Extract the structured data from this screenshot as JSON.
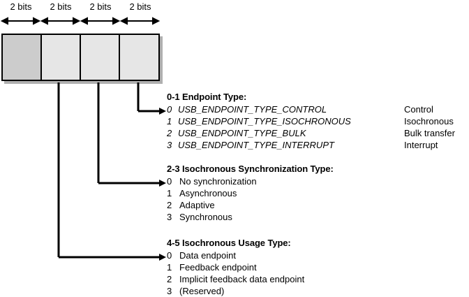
{
  "diagram": {
    "field_labels": [
      {
        "text": "2 bits"
      },
      {
        "text": "2 bits"
      },
      {
        "text": "2 bits"
      },
      {
        "text": "2 bits"
      }
    ],
    "cells": [
      {
        "name": "reserved-bits-6-7",
        "shade": "dark"
      },
      {
        "name": "usage-type-bits-4-5",
        "shade": "light"
      },
      {
        "name": "sync-type-bits-2-3",
        "shade": "light"
      },
      {
        "name": "endpoint-type-bits-0-1",
        "shade": "light"
      }
    ],
    "colors": {
      "cell_dark": "#cccccc",
      "cell_light": "#e6e6e6",
      "outline": "#000000",
      "shadow": "#b0b0b0",
      "text": "#000000"
    }
  },
  "sections": [
    {
      "id": "endpoint-type",
      "title": "0-1 Endpoint Type:",
      "style": "italic",
      "rows": [
        {
          "index": "0",
          "name": "USB_ENDPOINT_TYPE_CONTROL",
          "desc": "Control"
        },
        {
          "index": "1",
          "name": "USB_ENDPOINT_TYPE_ISOCHRONOUS",
          "desc": "Isochronous"
        },
        {
          "index": "2",
          "name": "USB_ENDPOINT_TYPE_BULK",
          "desc": "Bulk transfer"
        },
        {
          "index": "3",
          "name": "USB_ENDPOINT_TYPE_INTERRUPT",
          "desc": "Interrupt"
        }
      ]
    },
    {
      "id": "isochronous-synchronization-type",
      "title": "2-3 Isochronous Synchronization Type:",
      "style": "plain",
      "rows": [
        {
          "index": "0",
          "name": "No synchronization",
          "desc": ""
        },
        {
          "index": "1",
          "name": "Asynchronous",
          "desc": ""
        },
        {
          "index": "2",
          "name": "Adaptive",
          "desc": ""
        },
        {
          "index": "3",
          "name": "Synchronous",
          "desc": ""
        }
      ]
    },
    {
      "id": "isochronous-usage-type",
      "title": "4-5 Isochronous Usage Type:",
      "style": "plain",
      "rows": [
        {
          "index": "0",
          "name": "Data endpoint",
          "desc": ""
        },
        {
          "index": "1",
          "name": "Feedback endpoint",
          "desc": ""
        },
        {
          "index": "2",
          "name": "Implicit feedback data endpoint",
          "desc": ""
        },
        {
          "index": "3",
          "name": "(Reserved)",
          "desc": ""
        }
      ]
    }
  ]
}
